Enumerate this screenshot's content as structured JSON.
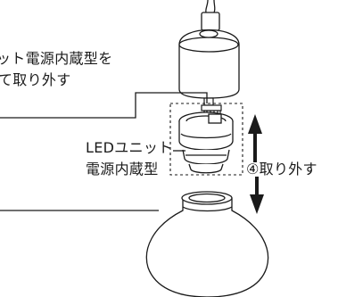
{
  "callout_top": {
    "line1": "ット電源内蔵型を",
    "line2": "て取り外す"
  },
  "callout_led": {
    "line1": "LEDユニット",
    "line2": "電源内蔵型"
  },
  "step_remove": "④取り外す",
  "colors": {
    "line": "#1a1a1a",
    "fill": "#ffffff",
    "dashed_box": "#1a1a1a"
  }
}
